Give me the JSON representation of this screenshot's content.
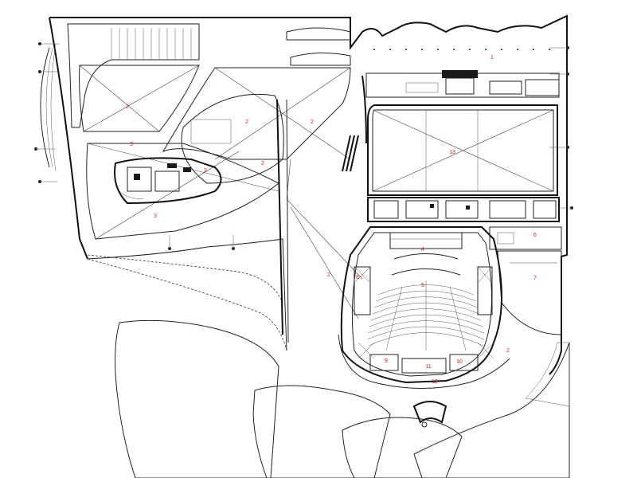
{
  "rooms": [
    {
      "id": "r1",
      "label": "1"
    },
    {
      "id": "r2a",
      "label": "2"
    },
    {
      "id": "r2b",
      "label": "2"
    },
    {
      "id": "r2c",
      "label": "2"
    },
    {
      "id": "r2d",
      "label": "2"
    },
    {
      "id": "r2e",
      "label": "2"
    },
    {
      "id": "r2f",
      "label": "2"
    },
    {
      "id": "r3a",
      "label": "3"
    },
    {
      "id": "r3b",
      "label": "3"
    },
    {
      "id": "r3c",
      "label": "3"
    },
    {
      "id": "r4",
      "label": "4"
    },
    {
      "id": "r5",
      "label": "5"
    },
    {
      "id": "r6",
      "label": "6"
    },
    {
      "id": "r7",
      "label": "7"
    },
    {
      "id": "r8",
      "label": "8"
    },
    {
      "id": "r9",
      "label": "9"
    },
    {
      "id": "r10",
      "label": "10"
    },
    {
      "id": "r11",
      "label": "11"
    },
    {
      "id": "r12",
      "label": "12"
    },
    {
      "id": "r13",
      "label": "13"
    }
  ]
}
